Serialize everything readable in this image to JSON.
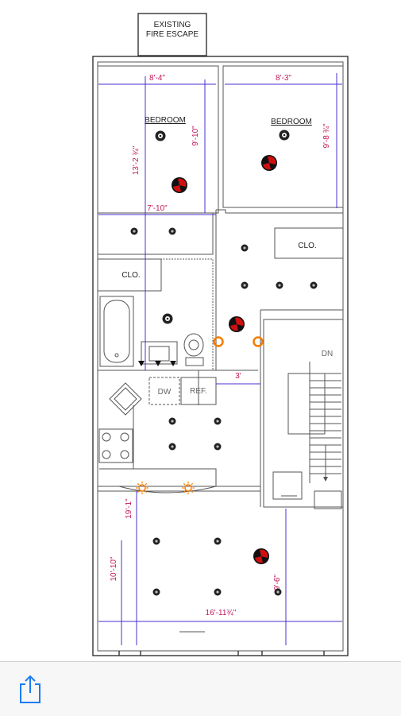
{
  "plan": {
    "header_line1": "EXISTING",
    "header_line2": "FIRE ESCAPE",
    "rooms": {
      "bedroom_left": "BEDROOM",
      "bedroom_right": "BEDROOM",
      "closet_right": "CLO.",
      "closet_left": "CLO.",
      "dishwasher": "DW",
      "refrigerator": "REF.",
      "stair_dn": "DN"
    },
    "dimensions": {
      "bed_left_width": "8'-4\"",
      "bed_right_width": "8'-3\"",
      "bed_left_depth": "13'-2 ¾\"",
      "bed_left_depth2": "9'-10\"",
      "bed_right_depth": "9'-8 ¾\"",
      "bed_left_lower": "7'-10\"",
      "hall_width": "3'",
      "living_depth_total": "19'-1\"",
      "living_depth": "10'-10\"",
      "living_right_depth": "9'-6\"",
      "living_width": "16'-11¾\""
    },
    "colors": {
      "walls": "#333333",
      "dimension_lines": "#4b2fd1",
      "dimension_text": "#c2185b",
      "speaker": "#d01010",
      "pendant": "#f57c00"
    }
  },
  "toolbar": {
    "share_icon": "share-icon"
  }
}
